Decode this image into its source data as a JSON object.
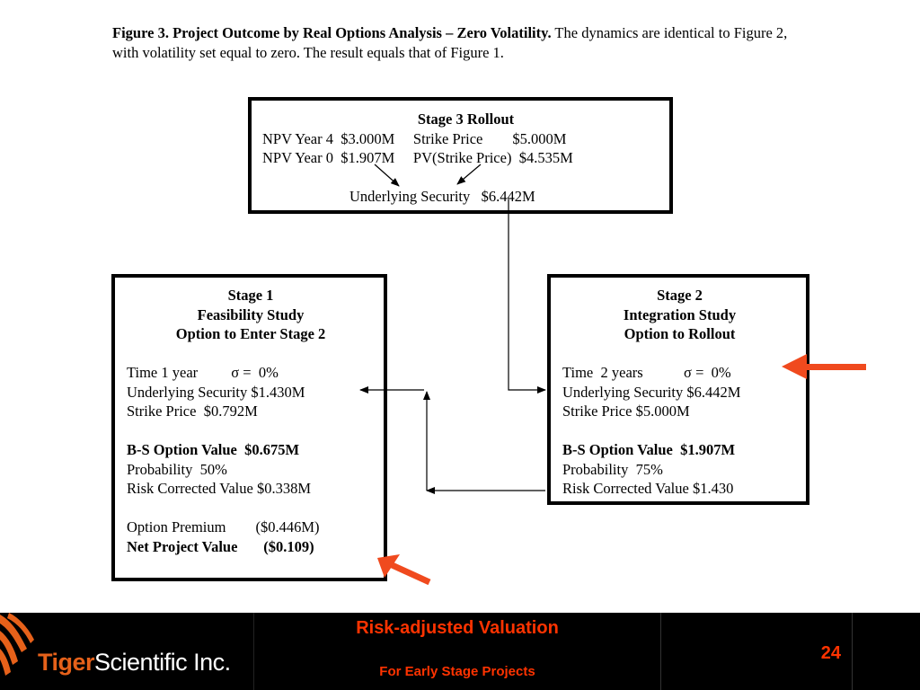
{
  "caption": {
    "bold": "Figure 3. Project Outcome by Real Options Analysis – Zero Volatility.",
    "text": "  The dynamics are identical to Figure 2, with volatility set equal to zero.  The result equals that of Figure 1."
  },
  "stage3": {
    "title": "Stage 3 Rollout",
    "line1": "NPV Year 4  $3.000M     Strike Price        $5.000M",
    "line2": "NPV Year 0  $1.907M     PV(Strike Price)  $4.535M",
    "underlying": "Underlying Security   $6.442M"
  },
  "stage1": {
    "title1": "Stage 1",
    "title2": "Feasibility Study",
    "title3": "Option to Enter Stage 2",
    "time": "Time 1 year         σ =  0%",
    "underlying": "Underlying Security $1.430M",
    "strike": "Strike Price  $0.792M",
    "bs_value": "B-S Option Value  $0.675M",
    "probability": "Probability  50%",
    "risk_corrected": "Risk Corrected Value $0.338M",
    "premium": "Option Premium        ($0.446M)",
    "net_value": "Net Project Value       ($0.109)"
  },
  "stage2": {
    "title1": "Stage 2",
    "title2": "Integration Study",
    "title3": "Option to Rollout",
    "time": "Time  2 years           σ =  0%",
    "underlying": "Underlying Security $6.442M",
    "strike": "Strike Price $5.000M",
    "bs_value": "B-S Option Value  $1.907M",
    "probability": "Probability  75%",
    "risk_corrected": "Risk Corrected Value $1.430"
  },
  "footer": {
    "logo_tiger": "Tiger",
    "logo_scientific": "Scientific Inc.",
    "title": "Risk-adjusted Valuation",
    "subtitle": "For Early Stage Projects",
    "page_number": "24"
  },
  "colors": {
    "accent": "#ff3300",
    "logo_orange": "#e6611a",
    "callout_arrow": "#f04a1e"
  },
  "icons": {
    "callout_arrows": "red-arrow-icon",
    "logo": "tiger-stripes-icon"
  }
}
